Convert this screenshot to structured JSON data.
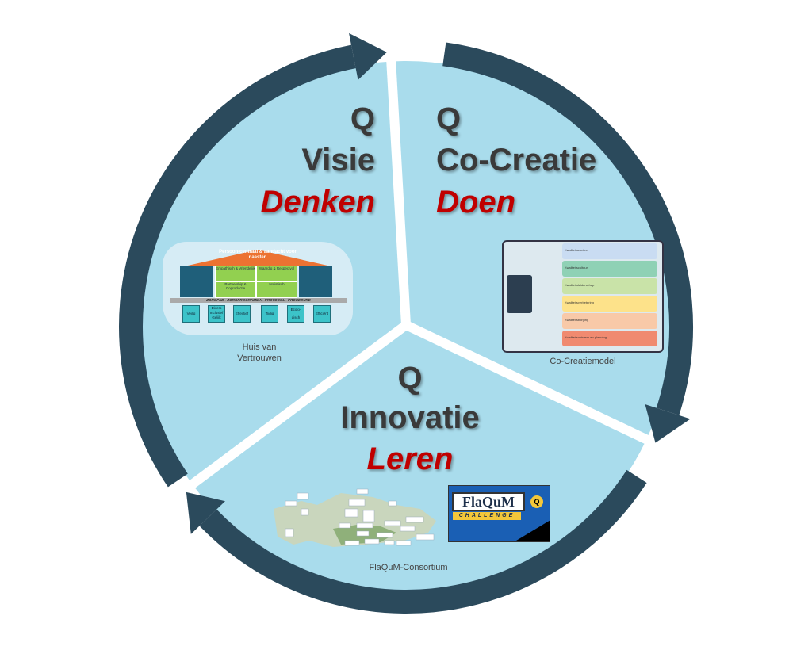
{
  "colors": {
    "ring": "#2b4a5c",
    "fill": "#a9dcec",
    "accent_red": "#c00000",
    "text": "#3a3a3a"
  },
  "sectors": [
    {
      "q": "Q",
      "title": "Visie",
      "verb": "Denken",
      "caption": "Huis van Vertrouwen",
      "caption_lines": [
        "Huis van",
        "Vertrouwen"
      ]
    },
    {
      "q": "Q",
      "title": "Co-Creatie",
      "verb": "Doen",
      "caption": "Co-Creatiemodel"
    },
    {
      "q": "Q",
      "title": "Innovatie",
      "verb": "Leren",
      "caption": "FlaQuM-Consortium"
    }
  ],
  "house": {
    "roof": "Persoon-centraal & aandacht voor naasten",
    "cells": [
      "Empathisch & Vriendelijk",
      "Waardig & Respectvol",
      "Partnership & Coproductie",
      "Holistisch"
    ],
    "beam": "ZORGPAD - ZORGPROGRAMMA - PROTOCOL - PROCEDURE",
    "base": [
      "Veilig",
      "Divers Inclusief Gelijk",
      "Effectief",
      "Tijdig",
      "Ecolo-gisch",
      "Efficiënt"
    ]
  },
  "cocreatie": {
    "bands": [
      "Kwaliteitscontext",
      "Kwaliteitscultuur",
      "Kwaliteitsleiderschap",
      "Kwaliteitsverbetering",
      "Kwaliteitsborging",
      "Kwaliteitsontwerp en planning"
    ]
  },
  "challenge": {
    "logo": "FlaQuM",
    "tagline": "CHALLENGE",
    "badge": "Q"
  }
}
